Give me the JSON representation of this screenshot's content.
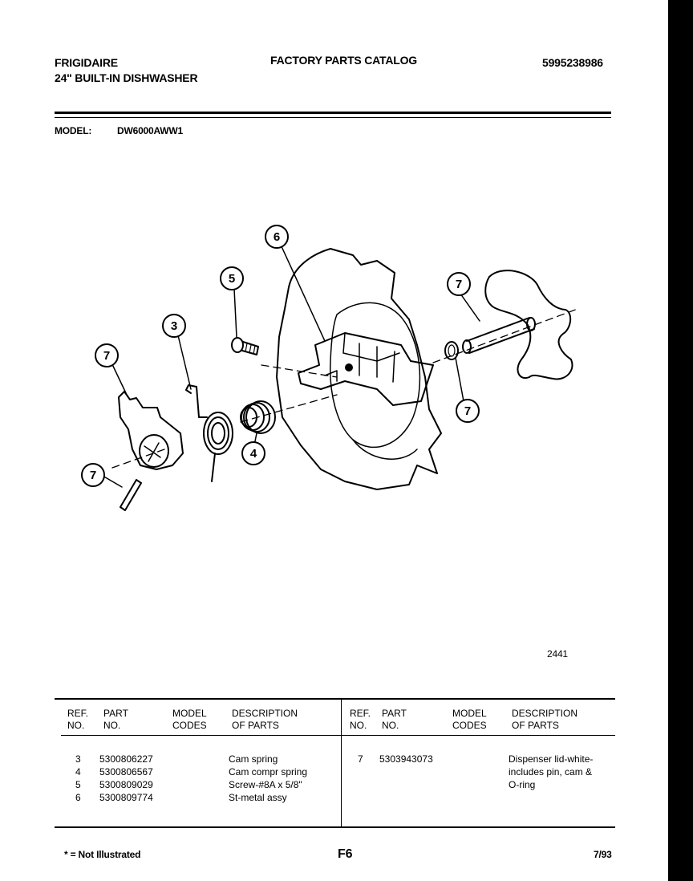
{
  "header": {
    "brand": "FRIGIDAIRE",
    "product": "24\" BUILT-IN DISHWASHER",
    "catalog_title": "FACTORY PARTS CATALOG",
    "catalog_number": "5995238986",
    "model_label": "MODEL:",
    "model_value": "DW6000AWW1"
  },
  "diagram": {
    "callouts": [
      "6",
      "5",
      "3",
      "7",
      "7",
      "7",
      "7",
      "4"
    ],
    "figure_number": "2441"
  },
  "table": {
    "columns": {
      "ref": [
        "REF.",
        "NO."
      ],
      "part": [
        "PART",
        "NO."
      ],
      "model": [
        "MODEL",
        "CODES"
      ],
      "desc": [
        "DESCRIPTION",
        "OF PARTS"
      ]
    },
    "left_rows": [
      {
        "ref": "3",
        "part": "5300806227",
        "desc": "Cam spring"
      },
      {
        "ref": "4",
        "part": "5300806567",
        "desc": "Cam compr spring"
      },
      {
        "ref": "5",
        "part": "5300809029",
        "desc": "Screw-#8A x 5/8\""
      },
      {
        "ref": "6",
        "part": "5300809774",
        "desc": "St-metal assy"
      }
    ],
    "right_rows": [
      {
        "ref": "7",
        "part": "5303943073",
        "desc_lines": [
          "Dispenser lid-white-",
          "includes  pin, cam &",
          "O-ring"
        ]
      }
    ]
  },
  "footer": {
    "note": "* = Not Illustrated",
    "page": "F6",
    "date": "7/93"
  }
}
